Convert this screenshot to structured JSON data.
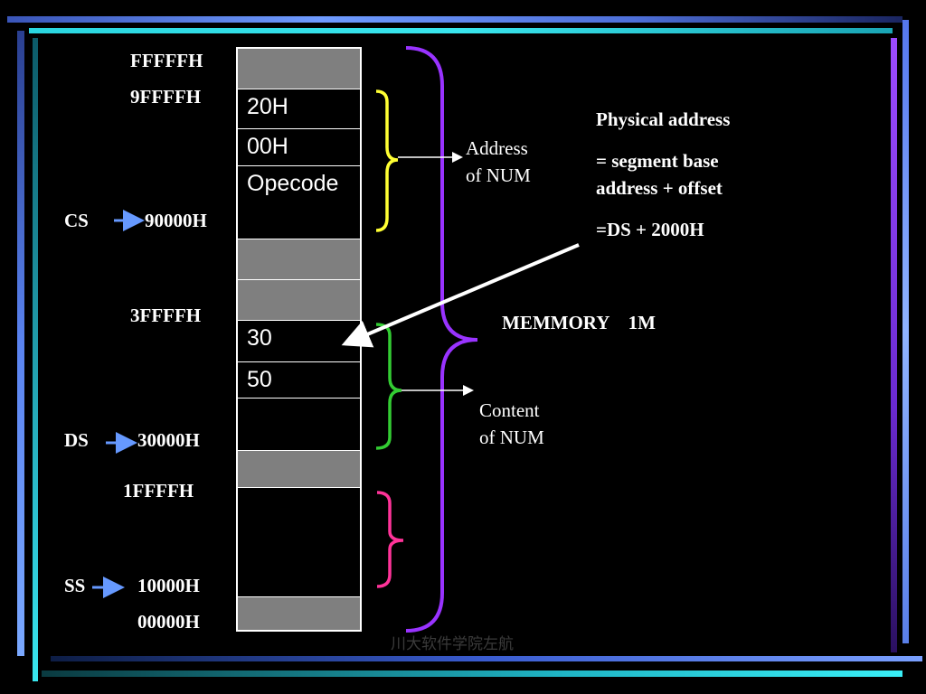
{
  "addresses": {
    "fffff": "FFFFFH",
    "9ffff": "9FFFFH",
    "3ffff": "3FFFFH",
    "1ffff": "1FFFFH",
    "00000": "00000H"
  },
  "segments": {
    "cs": {
      "name": "CS",
      "addr": "90000H"
    },
    "ds": {
      "name": "DS",
      "addr": "30000H"
    },
    "ss": {
      "name": "SS",
      "addr": "10000H"
    }
  },
  "cells": {
    "c1": "20H",
    "c2": "00H",
    "c3": "Opecode",
    "c4": "30",
    "c5": "50"
  },
  "annotations": {
    "address_line1": "Address",
    "address_line2": "of NUM",
    "content_line1": "Content",
    "content_line2": "of NUM",
    "memory": "MEMMORY    1M"
  },
  "physical": {
    "title": "Physical address",
    "line1": "= segment base",
    "line2": "address + offset",
    "line3": "=DS + 2000H"
  },
  "footer": "川大软件学院左航",
  "colors": {
    "background": "#000000",
    "cell_gray": "#7f7f7f",
    "segment_arrow": "#6699ff",
    "brace_yellow": "#ffff33",
    "brace_green": "#33cc33",
    "brace_pink": "#ff3399",
    "brace_purple": "#9933ff",
    "frame_cyan": "#33dddd",
    "frame_blue": "#6699ff"
  }
}
